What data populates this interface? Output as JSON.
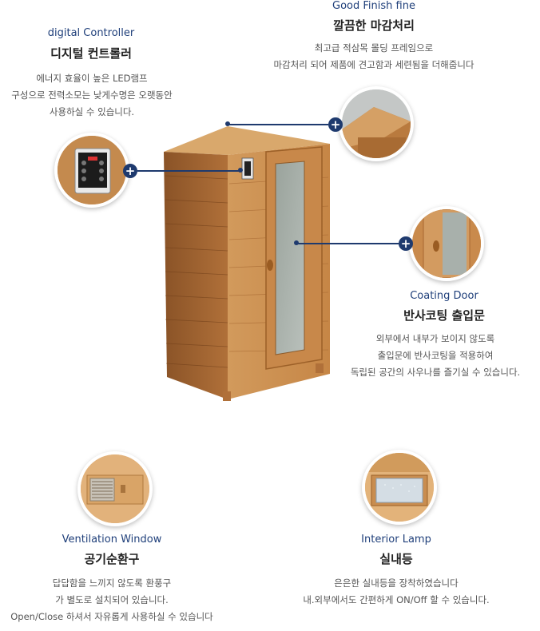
{
  "features": [
    {
      "en": "digital Controller",
      "ko": "디지털 컨트롤러",
      "desc": [
        "에너지 효율이 높은 LED램프",
        "구성으로 전력소모는 낮게수명은 오랫동안",
        "사용하실 수 있습니다."
      ],
      "icon": "control-panel-icon"
    },
    {
      "en": "Good Finish fine",
      "ko": "깔끔한 마감처리",
      "desc": [
        "최고급 적삼목 몰딩 프레임으로",
        "마감처리 되어 제품에 견고함과 세련됨을 더해줍니다"
      ],
      "icon": "molding-frame-icon"
    },
    {
      "en": "Coating Door",
      "ko": "반사코팅 출입문",
      "desc": [
        "외부에서 내부가 보이지 않도록",
        "출입문에 반사코팅을 적용하여",
        "독립된 공간의 사우나를 즐기실 수 있습니다."
      ],
      "icon": "door-icon"
    },
    {
      "en": "Ventilation Window",
      "ko": "공기순환구",
      "desc": [
        "답답함을 느끼지 않도록 환풍구",
        "가 별도로 설치되어 있습니다.",
        "Open/Close 하셔서 자유롭게 사용하실 수 있습니다"
      ],
      "icon": "vent-icon"
    },
    {
      "en": "Interior Lamp",
      "ko": "실내등",
      "desc": [
        "은은한 실내등을 장착하였습니다",
        "내.외부에서도 간편하게 ON/Off 할 수 있습니다."
      ],
      "icon": "lamp-icon"
    }
  ],
  "plus_symbol": "+",
  "colors": {
    "accent": "#1e3a6e",
    "wood": "#c98d4f"
  }
}
